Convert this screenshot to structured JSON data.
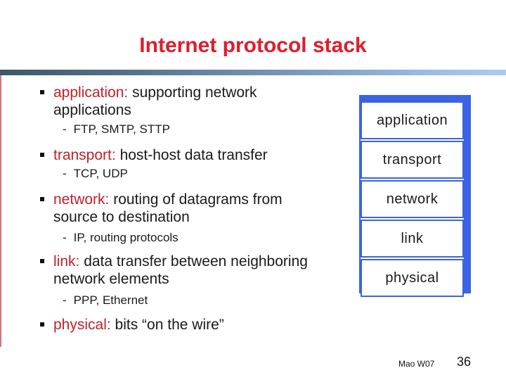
{
  "slide": {
    "title": "Internet protocol stack",
    "footer": {
      "author": "Mao W07",
      "page_number": "36"
    }
  },
  "bullets": [
    {
      "keyword": "application:",
      "line1": "supporting network",
      "line2": "applications",
      "sub_dash": "-",
      "sub": "FTP, SMTP, STTP"
    },
    {
      "keyword": "transport:",
      "line1": "host-host data transfer",
      "line2": "",
      "sub_dash": "-",
      "sub": "TCP, UDP"
    },
    {
      "keyword": "network:",
      "line1": "routing of datagrams from",
      "line2": "source to destination",
      "sub_dash": "-",
      "sub": "IP, routing protocols"
    },
    {
      "keyword": "link:",
      "line1": "data transfer between neighboring",
      "line2": "network elements",
      "sub_dash": "-",
      "sub": "PPP, Ethernet"
    },
    {
      "keyword": "physical:",
      "line1": "bits “on the wire”",
      "line2": "",
      "sub_dash": "",
      "sub": ""
    }
  ],
  "stack_diagram": {
    "layers": [
      "application",
      "transport",
      "network",
      "link",
      "physical"
    ]
  },
  "colors": {
    "title_red": "#df1c2c",
    "keyword_red": "#c2202a",
    "stack_blue": "#3a63e4",
    "bar_gradient_left": "#3f5669",
    "bar_gradient_right": "#abcbf4",
    "text_black": "#1a1a1a"
  }
}
